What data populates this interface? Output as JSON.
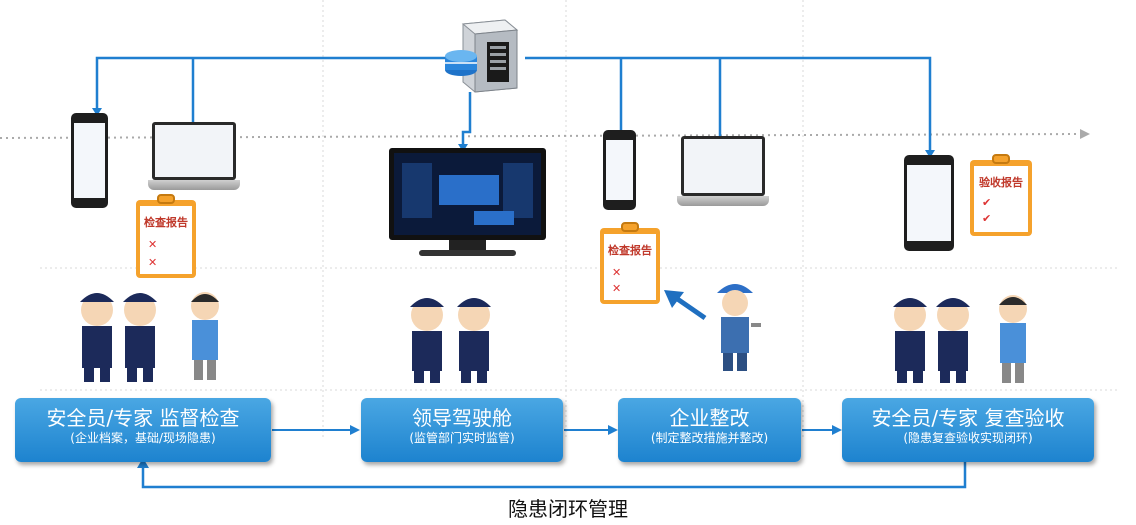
{
  "stages": [
    {
      "title": "安全员/专家 监督检查",
      "subtitle": "(企业档案，基础/现场隐患)"
    },
    {
      "title": "领导驾驶舱",
      "subtitle": "(监管部门实时监管)"
    },
    {
      "title": "企业整改",
      "subtitle": "(制定整改措施并整改)"
    },
    {
      "title": "安全员/专家 复查验收",
      "subtitle": "(隐患复查验收实现闭环)"
    }
  ],
  "loop_label": "隐患闭环管理",
  "reports": {
    "inspection": "检查报告",
    "acceptance": "验收报告"
  },
  "colors": {
    "accent": "#1f7fd0",
    "box": "#2d95dc",
    "report": "#f5a22c"
  }
}
